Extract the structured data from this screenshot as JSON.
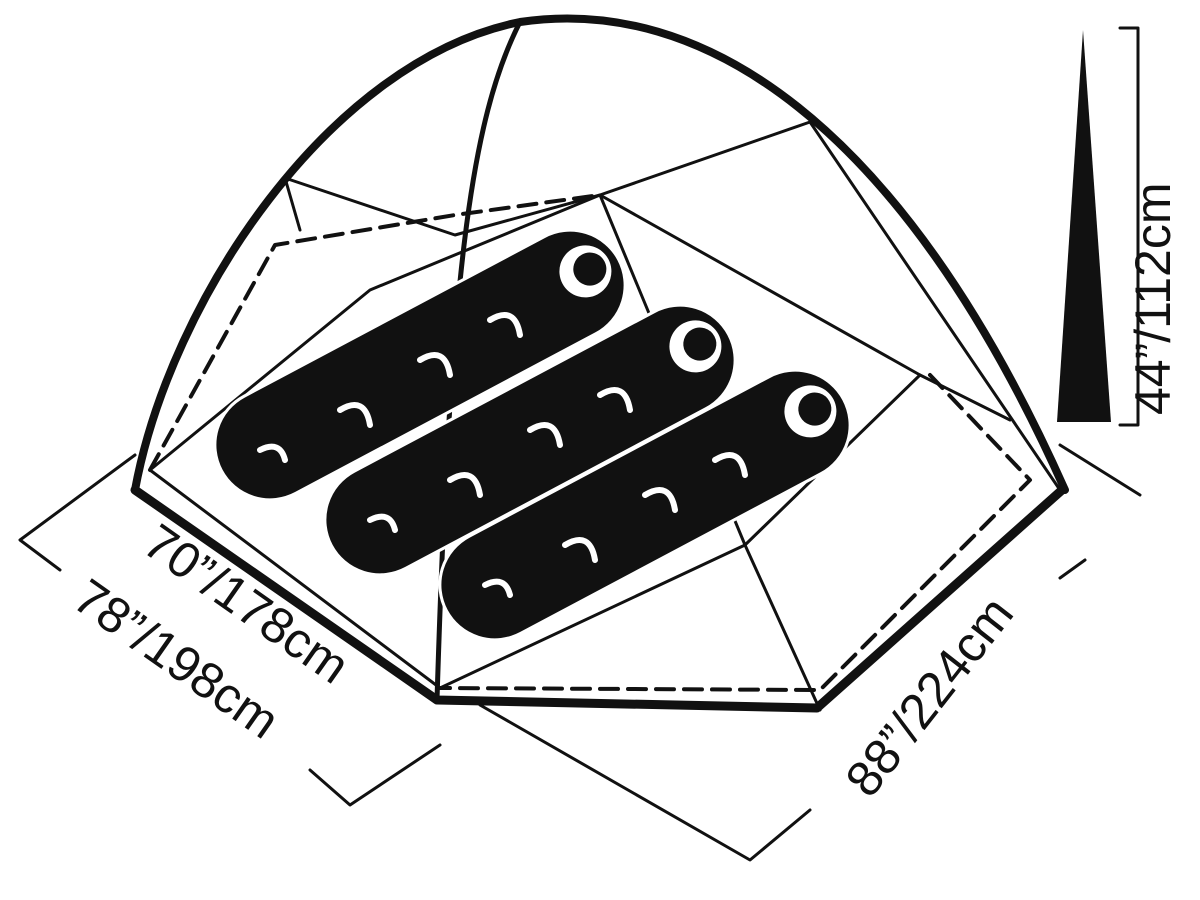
{
  "diagram": {
    "colors": {
      "ink": "#111111",
      "background": "#ffffff"
    },
    "dimensions": {
      "floor_width": "70”/178cm",
      "outer_width": "78”/198cm",
      "length": "88”/224cm",
      "peak_height": "44”/112cm"
    },
    "sleeping_bags": 3
  }
}
